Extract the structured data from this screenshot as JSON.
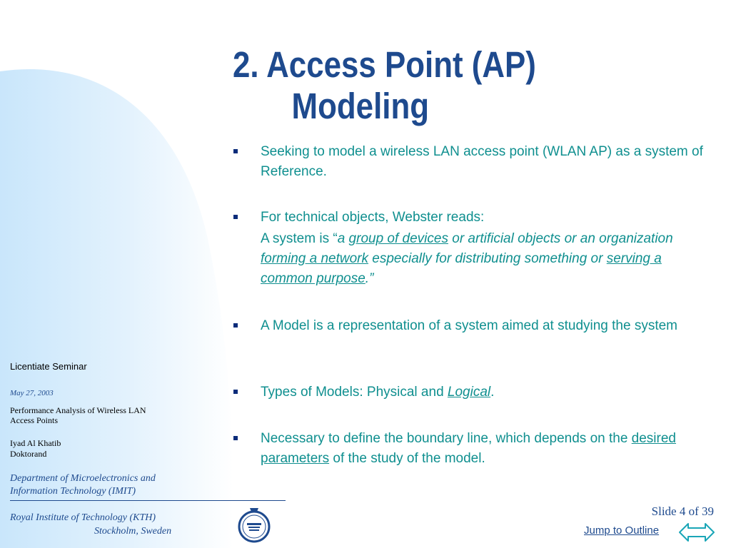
{
  "slide": {
    "title_line1": "2.  Access Point (AP)",
    "title_line2": "Modeling"
  },
  "bullets": [
    {
      "text": "Seeking to model a wireless LAN access point (WLAN AP) as a system of Reference."
    },
    {
      "text": "For technical objects, Webster reads:"
    },
    {
      "text": "A Model is a representation of a system aimed at studying the system"
    },
    {
      "pre": "Types of Models: Physical and ",
      "link": "Logical",
      "post": "."
    },
    {
      "pre": "Necessary to define the boundary line, which depends on the ",
      "link": "desired parameters",
      "post": " of the study of the model."
    }
  ],
  "quote": {
    "lead": "A system is “",
    "p1": "a ",
    "link1": "group of devices",
    "p2": " or artificial objects or an organization ",
    "link2": "forming a network",
    "p3": " especially for distributing something or ",
    "link3": "serving a common purpose",
    "end": ".”"
  },
  "sidebar": {
    "seminar": "Licentiate Seminar",
    "date": "May 27, 2003",
    "paper_line1": "Performance Analysis of Wireless LAN",
    "paper_line2": "Access Points",
    "author_name": "Iyad Al  Khatib",
    "author_role": "Doktorand",
    "dept_line1": "Department of Microelectronics and",
    "dept_line2": "Information Technology (IMIT)",
    "kth_line1": "Royal Institute of  Technology   (KTH)",
    "kth_line2": "Stockholm, Sweden"
  },
  "footer": {
    "slide_number": "Slide 4 of 39",
    "jump_label": "Jump to Outline"
  },
  "colors": {
    "title": "#1e4a8e",
    "body_text": "#0f8f8f",
    "bullet_marker": "#0b2c7a",
    "background_curve": "#d6ecfb"
  },
  "icons": {
    "seal": "kth-seal-icon",
    "navigation": "bidirectional-arrow-icon"
  }
}
